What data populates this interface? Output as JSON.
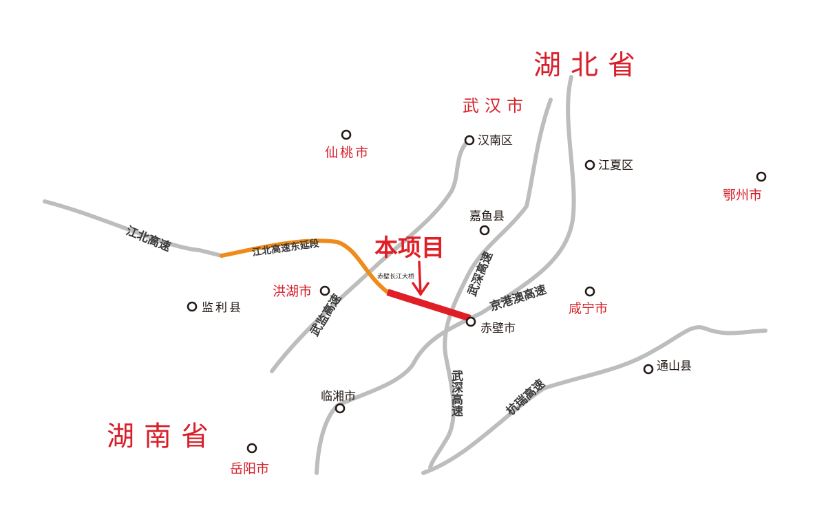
{
  "provinces": {
    "hubei": "湖北省",
    "hunan": "湖南省"
  },
  "cities": {
    "wuhan": "武汉市",
    "hannan": "汉南区",
    "xiantao": "仙桃市",
    "jiangxia": "江夏区",
    "ezhou": "鄂州市",
    "jiayu": "嘉鱼县",
    "honghu": "洪湖市",
    "jianli": "监利县",
    "xianning": "咸宁市",
    "chibi": "赤壁市",
    "tongshan": "通山县",
    "linxiang": "临湘市",
    "yueyang": "岳阳市"
  },
  "roads": {
    "jiangbei": "江北高速",
    "jiangbei_east": "江北高速东延段",
    "wujian": "武监高速",
    "wushen": "武深高速",
    "jinggangao": "京港澳高速",
    "hangrui": "杭瑞高速"
  },
  "project": {
    "label": "本项目",
    "bridge": "赤壁长江大桥"
  },
  "colors": {
    "road": "#bdbdbd",
    "extension": "#ee8b1a",
    "project": "#e01e26",
    "label_red": "#d7202a"
  }
}
